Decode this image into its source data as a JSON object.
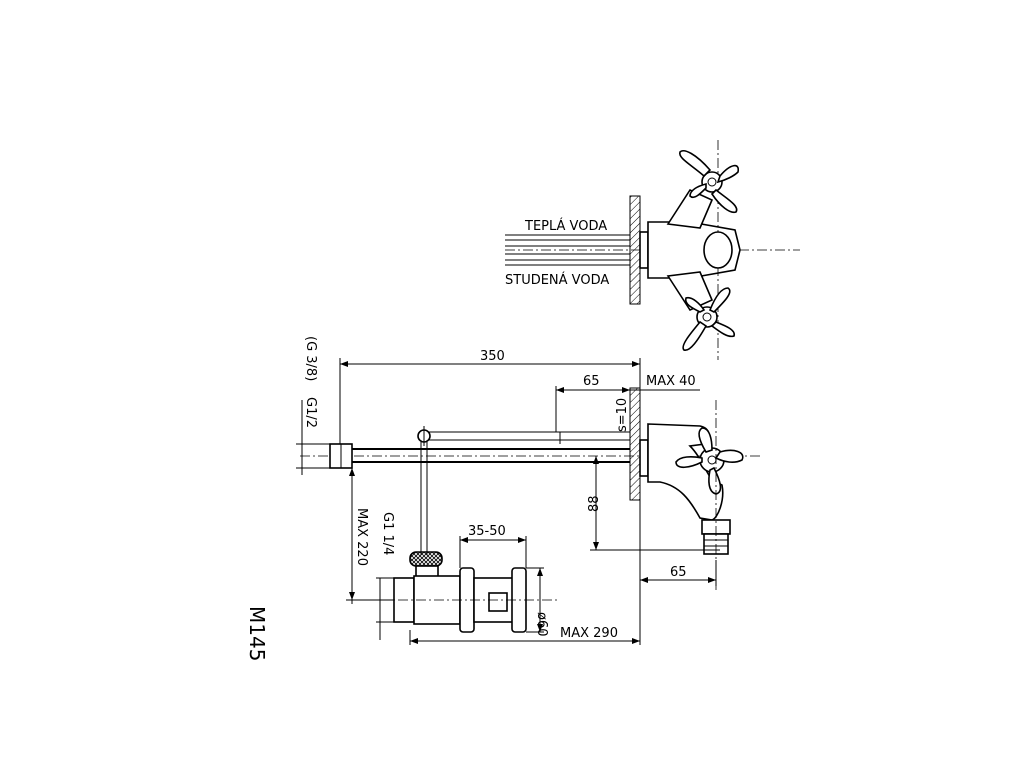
{
  "labels": {
    "hot_water": "TEPLÁ VODA",
    "cold_water": "STUDENÁ VODA",
    "model": "M145"
  },
  "dimensions": {
    "d350": "350",
    "d65_top": "65",
    "max40": "MAX 40",
    "s10": "s=10",
    "g38": "(G 3/8)",
    "g12": "G1/2",
    "d88": "88",
    "max220": "MAX 220",
    "g114": "G1 1/4",
    "d35_50": "35-50",
    "d60": "ø60",
    "d65_bottom": "65",
    "max290": "MAX 290"
  }
}
